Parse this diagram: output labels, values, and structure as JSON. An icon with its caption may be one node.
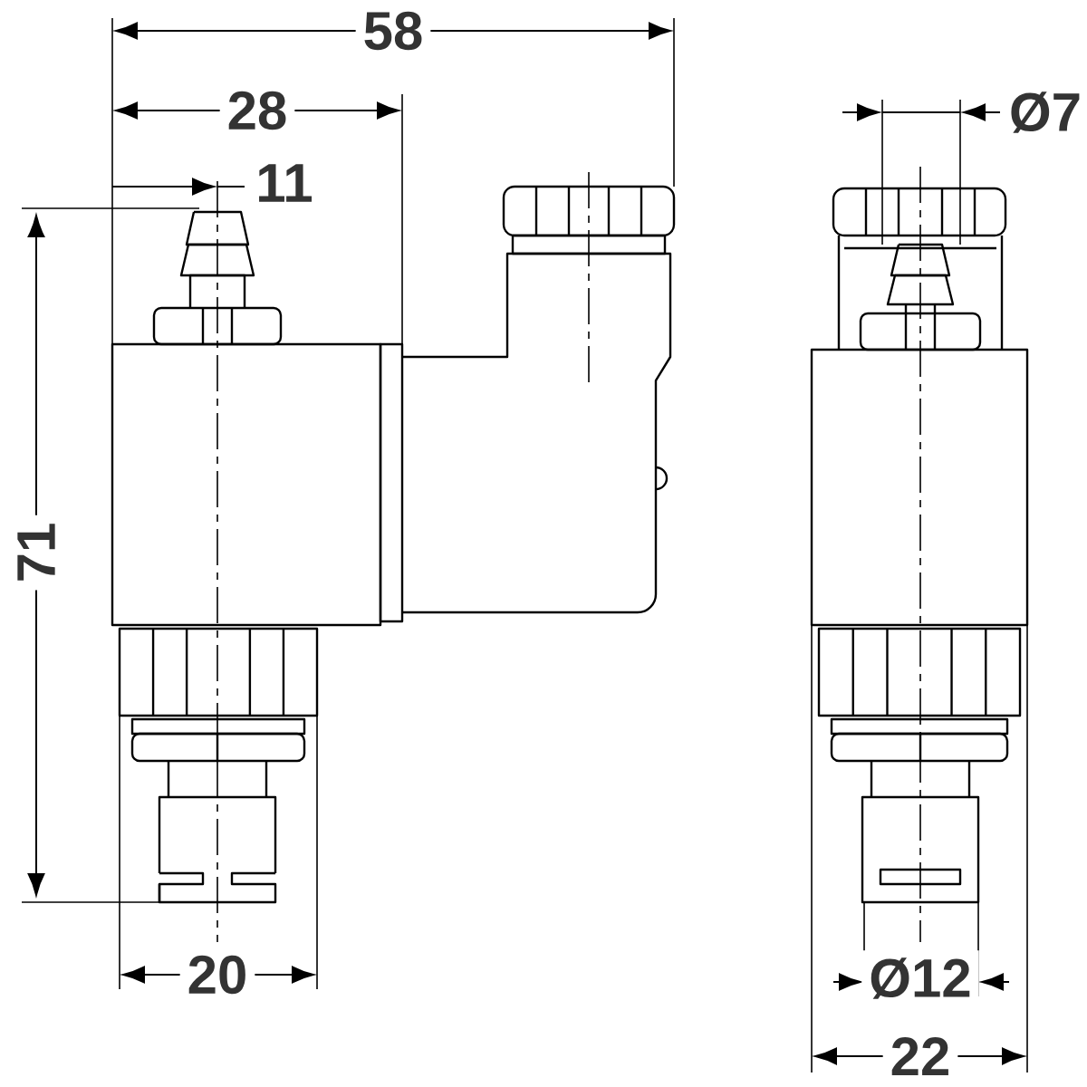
{
  "diagram": {
    "labels": [
      "58",
      "28",
      "11",
      "71",
      "20",
      "Ø7",
      "Ø12",
      "22"
    ]
  }
}
